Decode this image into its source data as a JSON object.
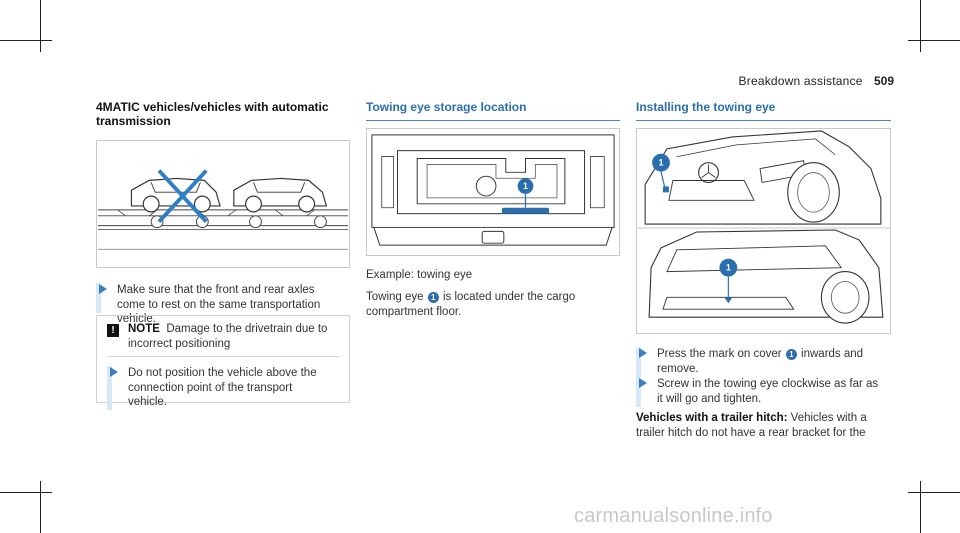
{
  "header": {
    "section": "Breakdown assistance",
    "page": "509"
  },
  "col1": {
    "title": "4MATIC vehicles/vehicles with automatic transmission",
    "figure_icon": "two-vehicles-transport-diagram",
    "step": "Make sure that the front and rear axles come to rest on the same transportation vehicle.",
    "note": {
      "icon": "warning-icon",
      "icon_label": "!",
      "label": "NOTE",
      "text": "Damage to the drivetrain due to incorrect positioning",
      "step": "Do not position the vehicle above the connection point of the transport vehicle."
    }
  },
  "col2": {
    "title": "Towing eye storage location",
    "figure_icon": "cargo-compartment-diagram",
    "callout": "1",
    "example": "Example: towing eye",
    "line_before": "Towing eye",
    "line_after": "is located under the cargo compartment floor."
  },
  "col3": {
    "title": "Installing the towing eye",
    "figure_icon": "vehicle-front-rear-diagram",
    "callout": "1",
    "step1_before": "Press the mark on cover",
    "step1_after": "inwards and remove.",
    "step2": "Screw in the towing eye clockwise as far as it will go and tighten.",
    "para_bold": "Vehicles with a trailer hitch:",
    "para_text": "Vehicles with a trailer hitch do not have a rear bracket for the"
  },
  "watermark": "carmanualsonline.info",
  "colors": {
    "accent": "#2a6eb0",
    "arrow": "#3a7fc4",
    "cross": "#2f7fc6"
  }
}
